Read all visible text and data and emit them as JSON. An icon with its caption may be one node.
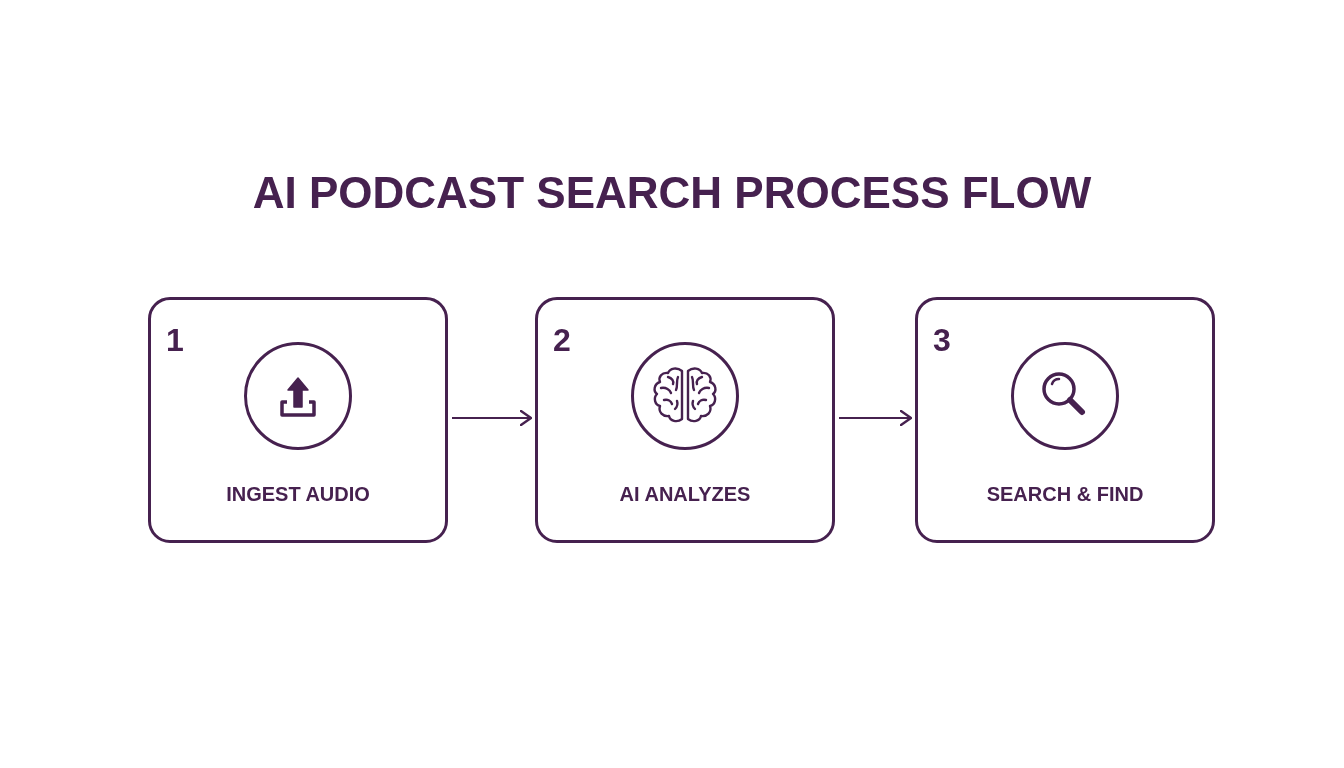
{
  "diagram": {
    "title": "AI PODCAST SEARCH PROCESS FLOW",
    "nodes": [
      {
        "text": [
          "1",
          "INGEST AUDIO"
        ]
      },
      {
        "text": [
          "2",
          "AI ANALYZES"
        ]
      },
      {
        "text": [
          "3",
          "SEARCH & FIND"
        ]
      }
    ],
    "edges": [
      {
        "from": 0,
        "to": 1,
        "arrow": "to"
      },
      {
        "from": 1,
        "to": 2,
        "arrow": "to"
      }
    ]
  }
}
